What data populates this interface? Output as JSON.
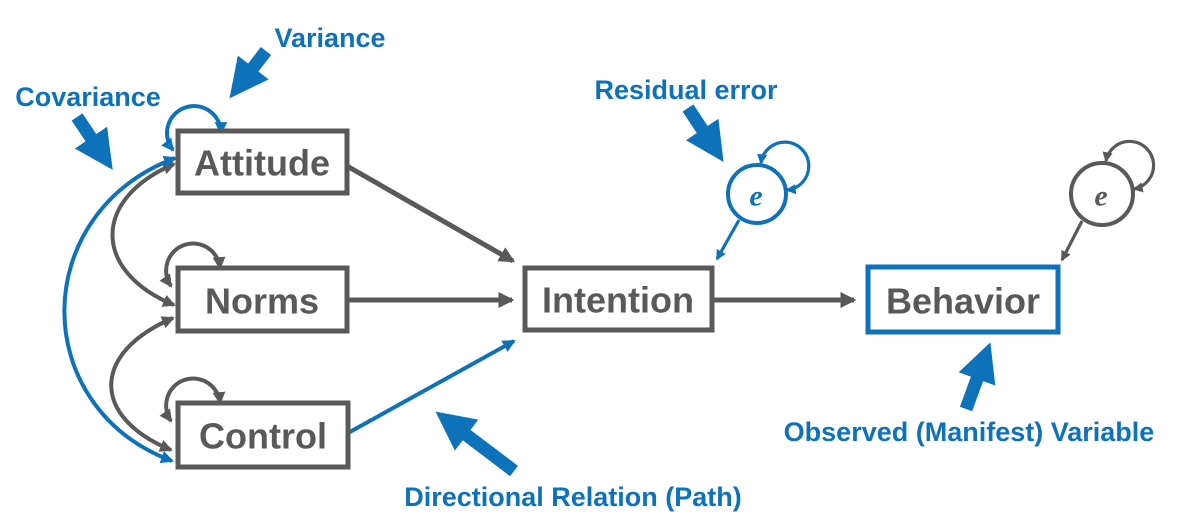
{
  "colors": {
    "blue": "#0E72BB",
    "gray": "#595959",
    "background": "#FFFFFF"
  },
  "nodes": {
    "attitude": {
      "label": "Attitude"
    },
    "norms": {
      "label": "Norms"
    },
    "control": {
      "label": "Control"
    },
    "intention": {
      "label": "Intention"
    },
    "behavior": {
      "label": "Behavior"
    }
  },
  "error_terms": {
    "intention_error": {
      "label": "e"
    },
    "behavior_error": {
      "label": "e"
    }
  },
  "annotations": {
    "variance": {
      "label": "Variance"
    },
    "covariance": {
      "label": "Covariance"
    },
    "residual_error": {
      "label": "Residual error"
    },
    "directional_relation": {
      "label": "Directional Relation (Path)"
    },
    "observed_variable": {
      "label": "Observed (Manifest) Variable"
    }
  },
  "edges": [
    {
      "from": "Attitude",
      "to": "Intention",
      "type": "directional-path",
      "color": "gray"
    },
    {
      "from": "Norms",
      "to": "Intention",
      "type": "directional-path",
      "color": "gray"
    },
    {
      "from": "Control",
      "to": "Intention",
      "type": "directional-path",
      "color": "blue"
    },
    {
      "from": "Intention",
      "to": "Behavior",
      "type": "directional-path",
      "color": "gray"
    },
    {
      "from": "e",
      "to": "Intention",
      "type": "residual-error",
      "color": "blue"
    },
    {
      "from": "e",
      "to": "Behavior",
      "type": "residual-error",
      "color": "gray"
    },
    {
      "between": [
        "Attitude",
        "Norms"
      ],
      "type": "covariance",
      "color": "gray"
    },
    {
      "between": [
        "Norms",
        "Control"
      ],
      "type": "covariance",
      "color": "gray"
    },
    {
      "between": [
        "Attitude",
        "Control"
      ],
      "type": "covariance",
      "color": "blue"
    },
    {
      "on": "Attitude",
      "type": "variance-loop",
      "color": "blue"
    },
    {
      "on": "Norms",
      "type": "variance-loop",
      "color": "gray"
    },
    {
      "on": "Control",
      "type": "variance-loop",
      "color": "gray"
    },
    {
      "on": "intention_error",
      "type": "variance-loop",
      "color": "blue"
    },
    {
      "on": "behavior_error",
      "type": "variance-loop",
      "color": "gray"
    }
  ]
}
